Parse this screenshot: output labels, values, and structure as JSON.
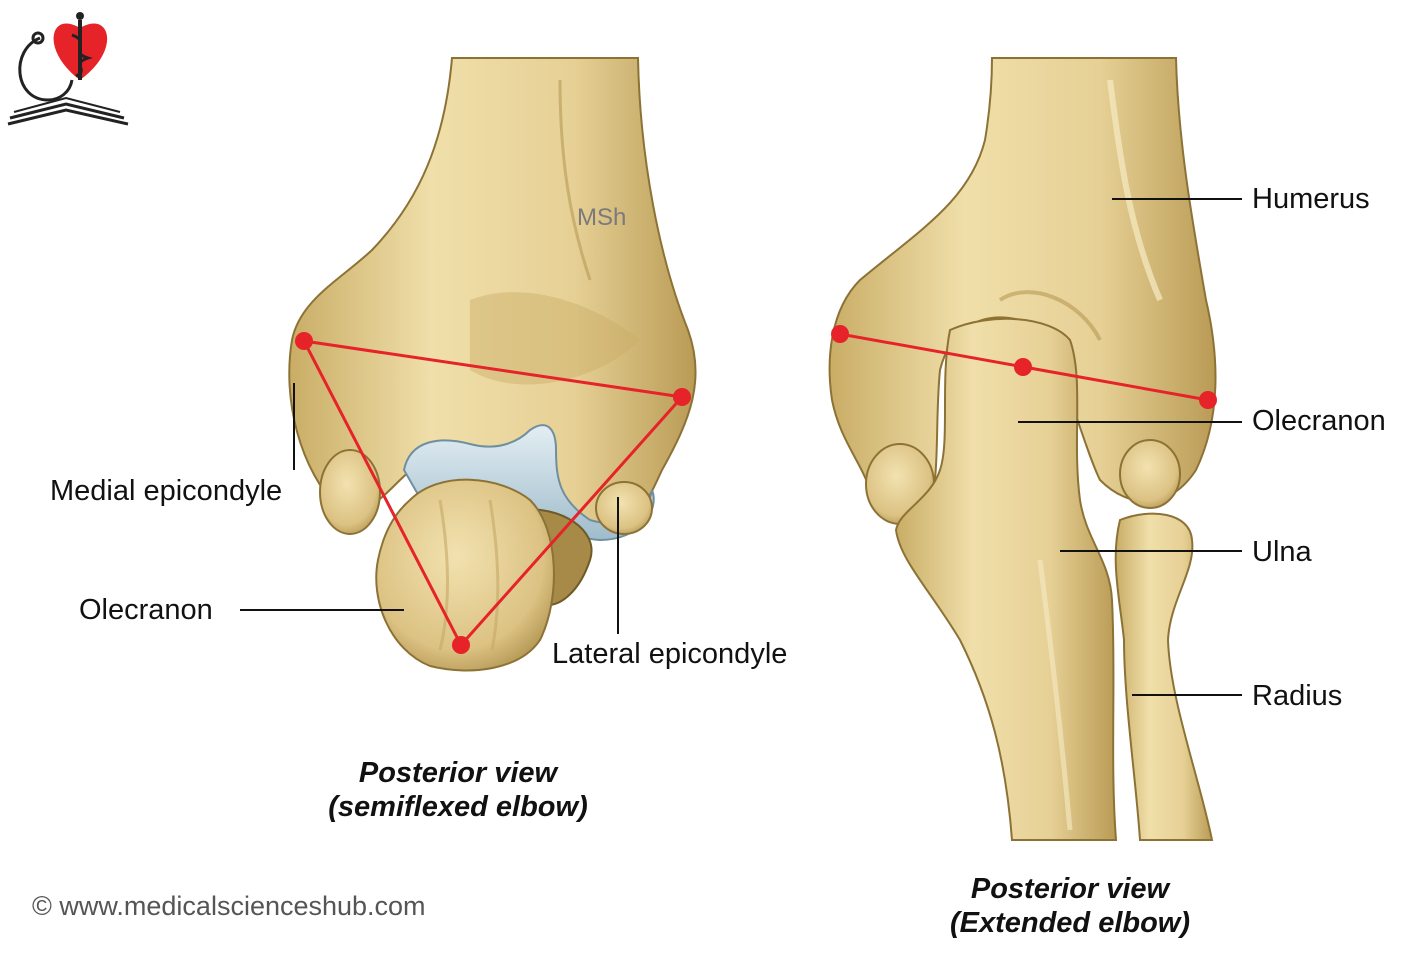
{
  "logo": {
    "icon": "heart-caduceus-stethoscope-book-logo"
  },
  "watermark": "MSh",
  "left_figure": {
    "labels": {
      "medial_epicondyle": "Medial epicondyle",
      "olecranon": "Olecranon",
      "lateral_epicondyle": "Lateral epicondyle"
    },
    "caption_line1": "Posterior view",
    "caption_line2": "(semiflexed elbow)"
  },
  "right_figure": {
    "labels": {
      "humerus": "Humerus",
      "olecranon": "Olecranon",
      "ulna": "Ulna",
      "radius": "Radius"
    },
    "caption_line1": "Posterior view",
    "caption_line2": "(Extended elbow)"
  },
  "copyright": "© www.medicalscienceshub.com",
  "colors": {
    "bone": "#e8d49a",
    "bone_shadow": "#b89a55",
    "cartilage": "#b9d2de",
    "landmark_red": "#e52329",
    "leader_line": "#111111"
  }
}
